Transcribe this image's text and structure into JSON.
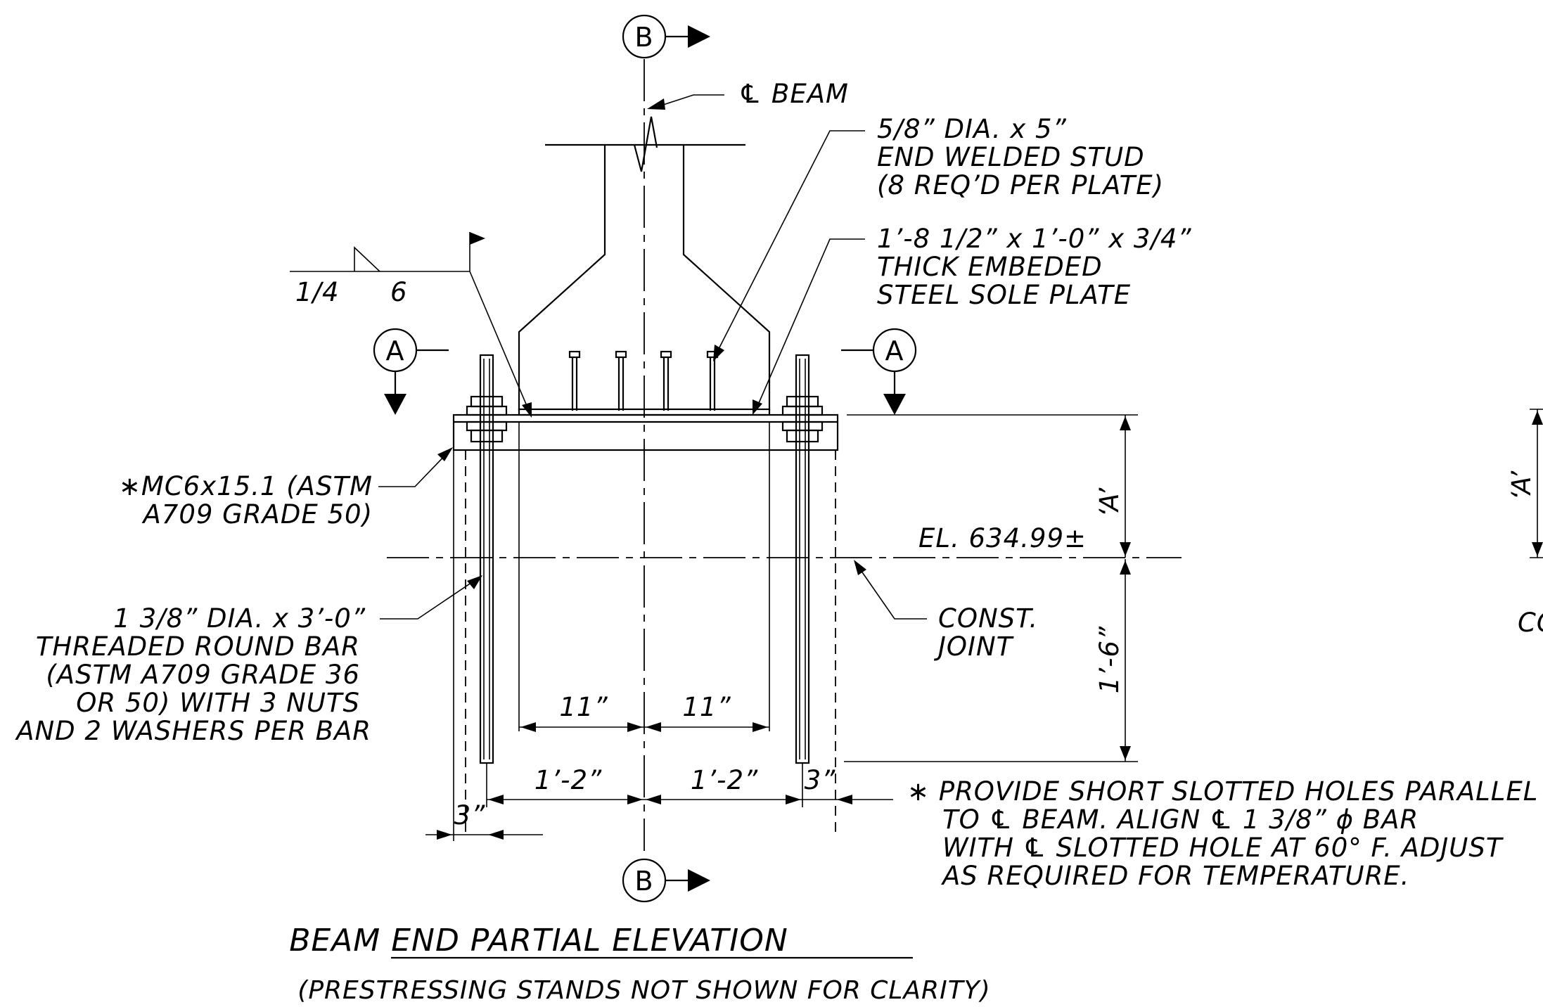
{
  "section_markers": {
    "b": "B",
    "a": "A"
  },
  "beam_centerline_label": "℄ BEAM",
  "stud_note": [
    "5/8” DIA. x 5”",
    "END WELDED STUD",
    "(8 REQ’D PER PLATE)"
  ],
  "sole_plate_note": [
    "1’-8 1/2” x 1’-0” x 3/4”",
    "THICK EMBEDED",
    "STEEL SOLE PLATE"
  ],
  "weld_symbol": {
    "size": "1/4",
    "length": "6"
  },
  "channel_note": [
    "∗MC6x15.1 (ASTM",
    "A709 GRADE 50)"
  ],
  "bar_note": [
    "1 3/8” DIA. x 3’-0”",
    "THREADED ROUND BAR",
    "(ASTM A709 GRADE 36",
    "OR 50) WITH 3 NUTS",
    "AND 2 WASHERS PER BAR"
  ],
  "elevation_label": "EL. 634.99±",
  "construction_joint": [
    "CONST.",
    "JOINT"
  ],
  "dimensions": {
    "A": "‘A’",
    "depth": "1’-6”",
    "eleven": "11”",
    "one_two": "1’-2”",
    "three": "3”"
  },
  "footnote": [
    "∗ PROVIDE SHORT SLOTTED HOLES PARALLEL",
    "TO ℄ BEAM.  ALIGN ℄ 1 3/8”  ϕ  BAR",
    "WITH ℄ SLOTTED HOLE AT 60° F.  ADJUST",
    "AS REQUIRED FOR TEMPERATURE."
  ],
  "title": "BEAM END PARTIAL ELEVATION",
  "subtitle": "(PRESTRESSING STANDS NOT SHOWN FOR CLARITY)",
  "right_edge_fragment": {
    "dim": "‘A’",
    "text": "CO"
  }
}
